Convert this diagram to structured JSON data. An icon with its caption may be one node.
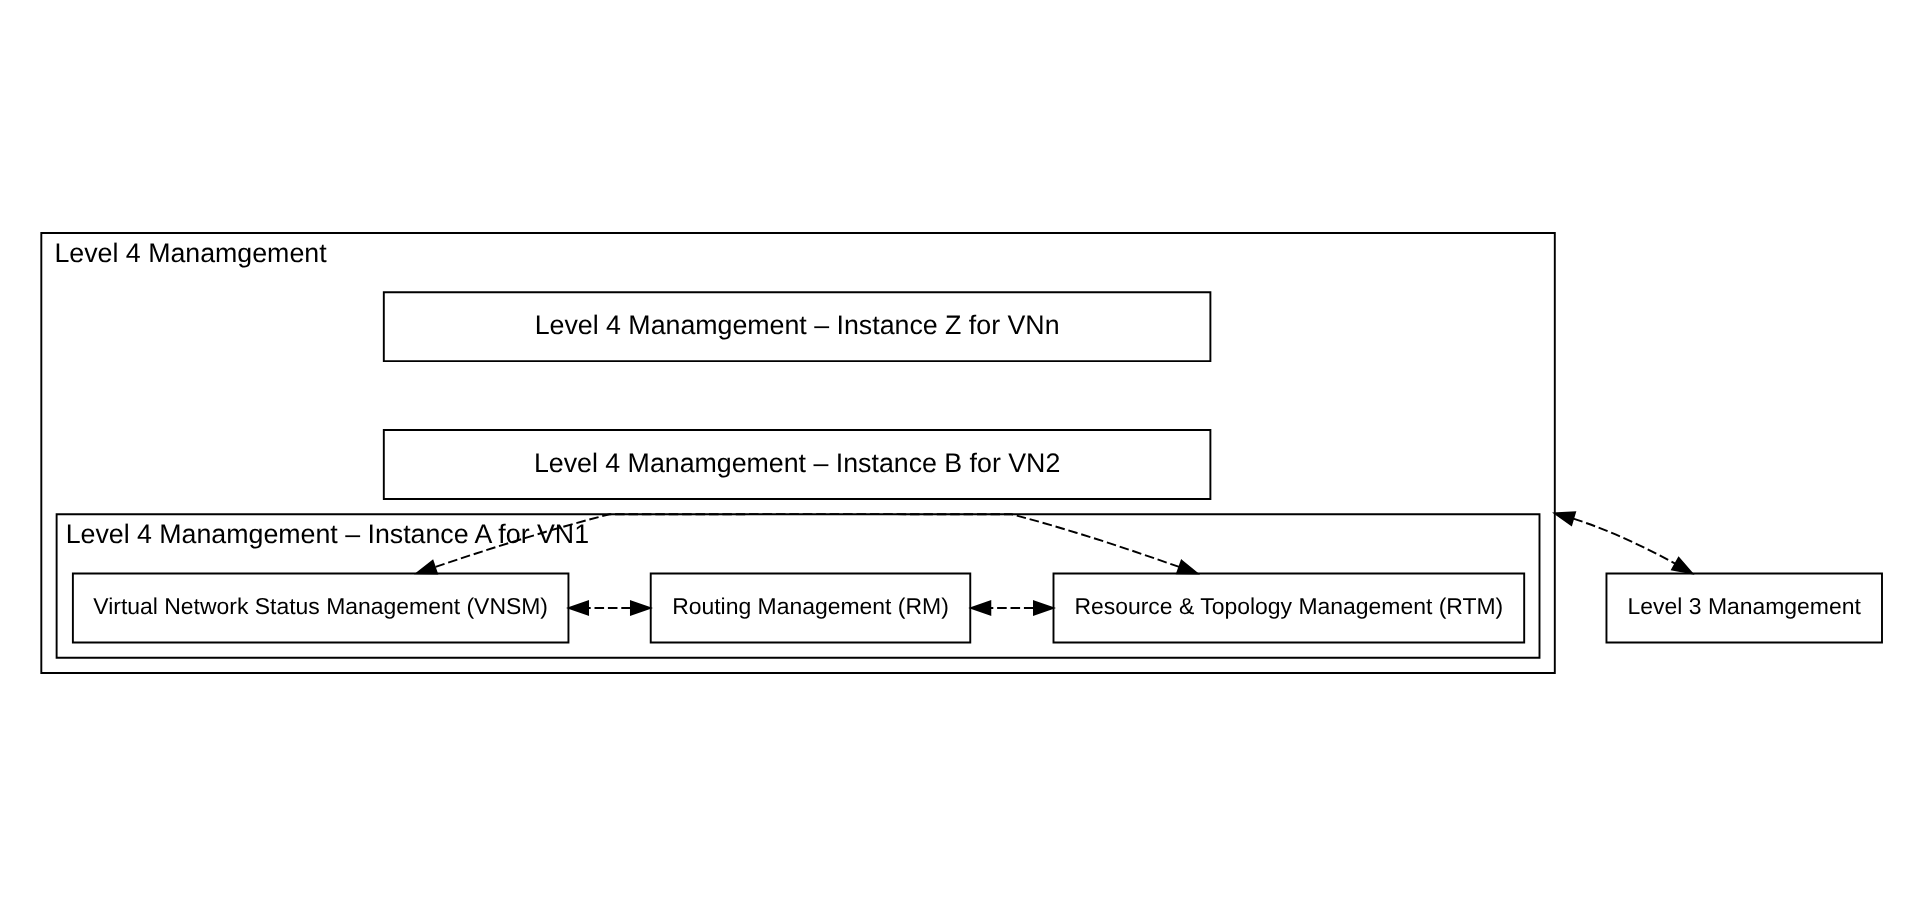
{
  "diagram": {
    "nodes": [
      {
        "text": [
          "Level 4 Manamgement"
        ]
      },
      {
        "text": [
          "Level 4 Manamgement – Instance Z for VNn"
        ],
        "in": 0
      },
      {
        "text": [
          "Level 4 Manamgement – Instance B for VN2"
        ],
        "in": 0
      },
      {
        "text": [
          "Level 4 Manamgement – Instance A for VN1"
        ],
        "in": 0
      },
      {
        "text": [
          "Resource & Topology Management (RTM)"
        ],
        "in": 3
      },
      {
        "text": [
          "Routing Management (RM)"
        ],
        "in": 3
      },
      {
        "text": [
          "Virtual Network Status Management (VNSM)"
        ],
        "in": 3
      },
      {
        "text": [
          "Level 3 Manamgement"
        ]
      }
    ],
    "edges": [
      {
        "from": 4,
        "to": 5,
        "arrow": "both",
        "style": "dashed"
      },
      {
        "from": 5,
        "to": 6,
        "arrow": "both",
        "style": "dashed"
      },
      {
        "from": 4,
        "to": 6,
        "arrow": "both",
        "style": "dashed"
      },
      {
        "from": 0,
        "to": 7,
        "arrow": "both",
        "style": "dashed"
      }
    ]
  }
}
